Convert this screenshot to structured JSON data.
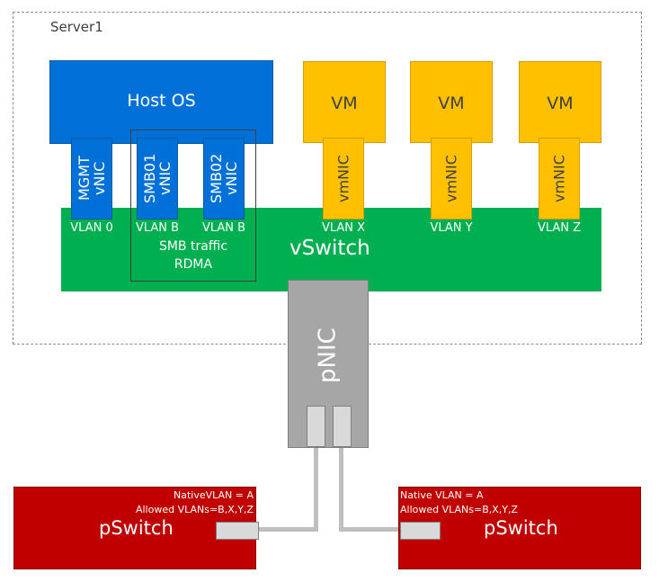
{
  "server": {
    "label": "Server1"
  },
  "host": {
    "label": "Host OS"
  },
  "vswitch": {
    "label": "vSwitch"
  },
  "host_vnics": [
    {
      "name": "MGMT\nvNIC",
      "vlan": "VLAN 0"
    },
    {
      "name": "SMB01\nvNIC",
      "vlan": "VLAN B"
    },
    {
      "name": "SMB02\nvNIC",
      "vlan": "VLAN B"
    }
  ],
  "smb": {
    "line1": "SMB traffic",
    "line2": "RDMA"
  },
  "vms": [
    {
      "label": "VM",
      "nic": "vmNIC",
      "vlan": "VLAN X"
    },
    {
      "label": "VM",
      "nic": "vmNIC",
      "vlan": "VLAN Y"
    },
    {
      "label": "VM",
      "nic": "vmNIC",
      "vlan": "VLAN Z"
    }
  ],
  "pnic": {
    "label": "pNIC"
  },
  "pswitches": [
    {
      "label": "pSwitch",
      "native": "NativeVLAN = A",
      "allowed": "Allowed VLANs=B,X,Y,Z"
    },
    {
      "label": "pSwitch",
      "native": "Native VLAN = A",
      "allowed": "Allowed VLANs=B,X,Y,Z"
    }
  ],
  "colors": {
    "host_blue": "#0070d9",
    "vswitch_green": "#00b050",
    "vm_yellow": "#ffc000",
    "pnic_gray": "#a6a6a6",
    "pswitch_red": "#c00000"
  }
}
